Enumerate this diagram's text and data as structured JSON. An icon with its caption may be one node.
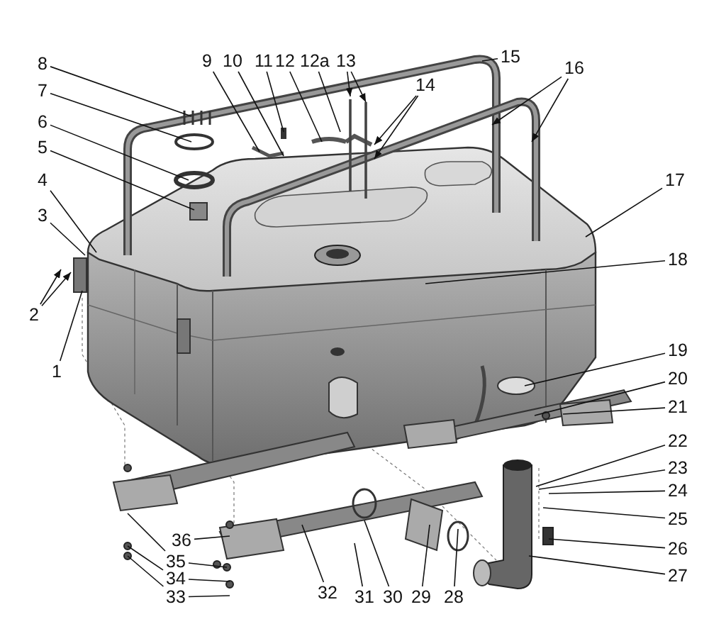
{
  "diagram": {
    "nodes": [
      {
        "text": [
          "1"
        ]
      },
      {
        "text": [
          "2"
        ]
      },
      {
        "text": [
          "3"
        ]
      },
      {
        "text": [
          "4"
        ]
      },
      {
        "text": [
          "5"
        ]
      },
      {
        "text": [
          "6"
        ]
      },
      {
        "text": [
          "7"
        ]
      },
      {
        "text": [
          "8"
        ]
      },
      {
        "text": [
          "9"
        ]
      },
      {
        "text": [
          "10"
        ]
      },
      {
        "text": [
          "11"
        ]
      },
      {
        "text": [
          "12"
        ]
      },
      {
        "text": [
          "12a"
        ]
      },
      {
        "text": [
          "13"
        ]
      },
      {
        "text": [
          "14"
        ]
      },
      {
        "text": [
          "15"
        ]
      },
      {
        "text": [
          "16"
        ]
      },
      {
        "text": [
          "17"
        ]
      },
      {
        "text": [
          "18"
        ]
      },
      {
        "text": [
          "19"
        ]
      },
      {
        "text": [
          "20"
        ]
      },
      {
        "text": [
          "21"
        ]
      },
      {
        "text": [
          "22"
        ]
      },
      {
        "text": [
          "23"
        ]
      },
      {
        "text": [
          "24"
        ]
      },
      {
        "text": [
          "25"
        ]
      },
      {
        "text": [
          "26"
        ]
      },
      {
        "text": [
          "27"
        ]
      },
      {
        "text": [
          "28"
        ]
      },
      {
        "text": [
          "29"
        ]
      },
      {
        "text": [
          "30"
        ]
      },
      {
        "text": [
          "31"
        ]
      },
      {
        "text": [
          "32"
        ]
      },
      {
        "text": [
          "33"
        ]
      },
      {
        "text": [
          "34"
        ]
      },
      {
        "text": [
          "35"
        ]
      },
      {
        "text": [
          "36"
        ]
      }
    ],
    "edges": [
      {
        "from": 0,
        "to": null,
        "arrow": "none"
      },
      {
        "from": 1,
        "to": null,
        "arrow": "to"
      },
      {
        "from": 1,
        "to": null,
        "arrow": "to"
      },
      {
        "from": 2,
        "to": null,
        "arrow": "none"
      },
      {
        "from": 3,
        "to": null,
        "arrow": "none"
      },
      {
        "from": 4,
        "to": null,
        "arrow": "none"
      },
      {
        "from": 5,
        "to": null,
        "arrow": "none"
      },
      {
        "from": 6,
        "to": null,
        "arrow": "none"
      },
      {
        "from": 7,
        "to": null,
        "arrow": "none"
      },
      {
        "from": 8,
        "to": null,
        "arrow": "none"
      },
      {
        "from": 9,
        "to": null,
        "arrow": "none"
      },
      {
        "from": 10,
        "to": null,
        "arrow": "none"
      },
      {
        "from": 11,
        "to": null,
        "arrow": "none"
      },
      {
        "from": 12,
        "to": null,
        "arrow": "none"
      },
      {
        "from": 13,
        "to": null,
        "arrow": "to"
      },
      {
        "from": 13,
        "to": null,
        "arrow": "to"
      },
      {
        "from": 14,
        "to": null,
        "arrow": "to"
      },
      {
        "from": 14,
        "to": null,
        "arrow": "to"
      },
      {
        "from": 15,
        "to": null,
        "arrow": "none"
      },
      {
        "from": 16,
        "to": null,
        "arrow": "to"
      },
      {
        "from": 16,
        "to": null,
        "arrow": "to"
      },
      {
        "from": 17,
        "to": null,
        "arrow": "none"
      },
      {
        "from": 18,
        "to": null,
        "arrow": "none"
      },
      {
        "from": 19,
        "to": null,
        "arrow": "none"
      },
      {
        "from": 20,
        "to": null,
        "arrow": "none"
      },
      {
        "from": 21,
        "to": null,
        "arrow": "none"
      },
      {
        "from": 22,
        "to": null,
        "arrow": "none"
      },
      {
        "from": 23,
        "to": null,
        "arrow": "none"
      },
      {
        "from": 24,
        "to": null,
        "arrow": "none"
      },
      {
        "from": 25,
        "to": null,
        "arrow": "none"
      },
      {
        "from": 26,
        "to": null,
        "arrow": "none"
      },
      {
        "from": 27,
        "to": null,
        "arrow": "none"
      },
      {
        "from": 28,
        "to": null,
        "arrow": "none"
      },
      {
        "from": 29,
        "to": null,
        "arrow": "none"
      },
      {
        "from": 30,
        "to": null,
        "arrow": "none"
      },
      {
        "from": 31,
        "to": null,
        "arrow": "none"
      },
      {
        "from": 32,
        "to": null,
        "arrow": "none"
      },
      {
        "from": 33,
        "to": null,
        "arrow": "none"
      },
      {
        "from": 33,
        "to": null,
        "arrow": "none"
      },
      {
        "from": 34,
        "to": null,
        "arrow": "none"
      },
      {
        "from": 34,
        "to": null,
        "arrow": "none"
      },
      {
        "from": 35,
        "to": null,
        "arrow": "none"
      },
      {
        "from": 35,
        "to": null,
        "arrow": "none"
      },
      {
        "from": 36,
        "to": null,
        "arrow": "none"
      }
    ]
  }
}
